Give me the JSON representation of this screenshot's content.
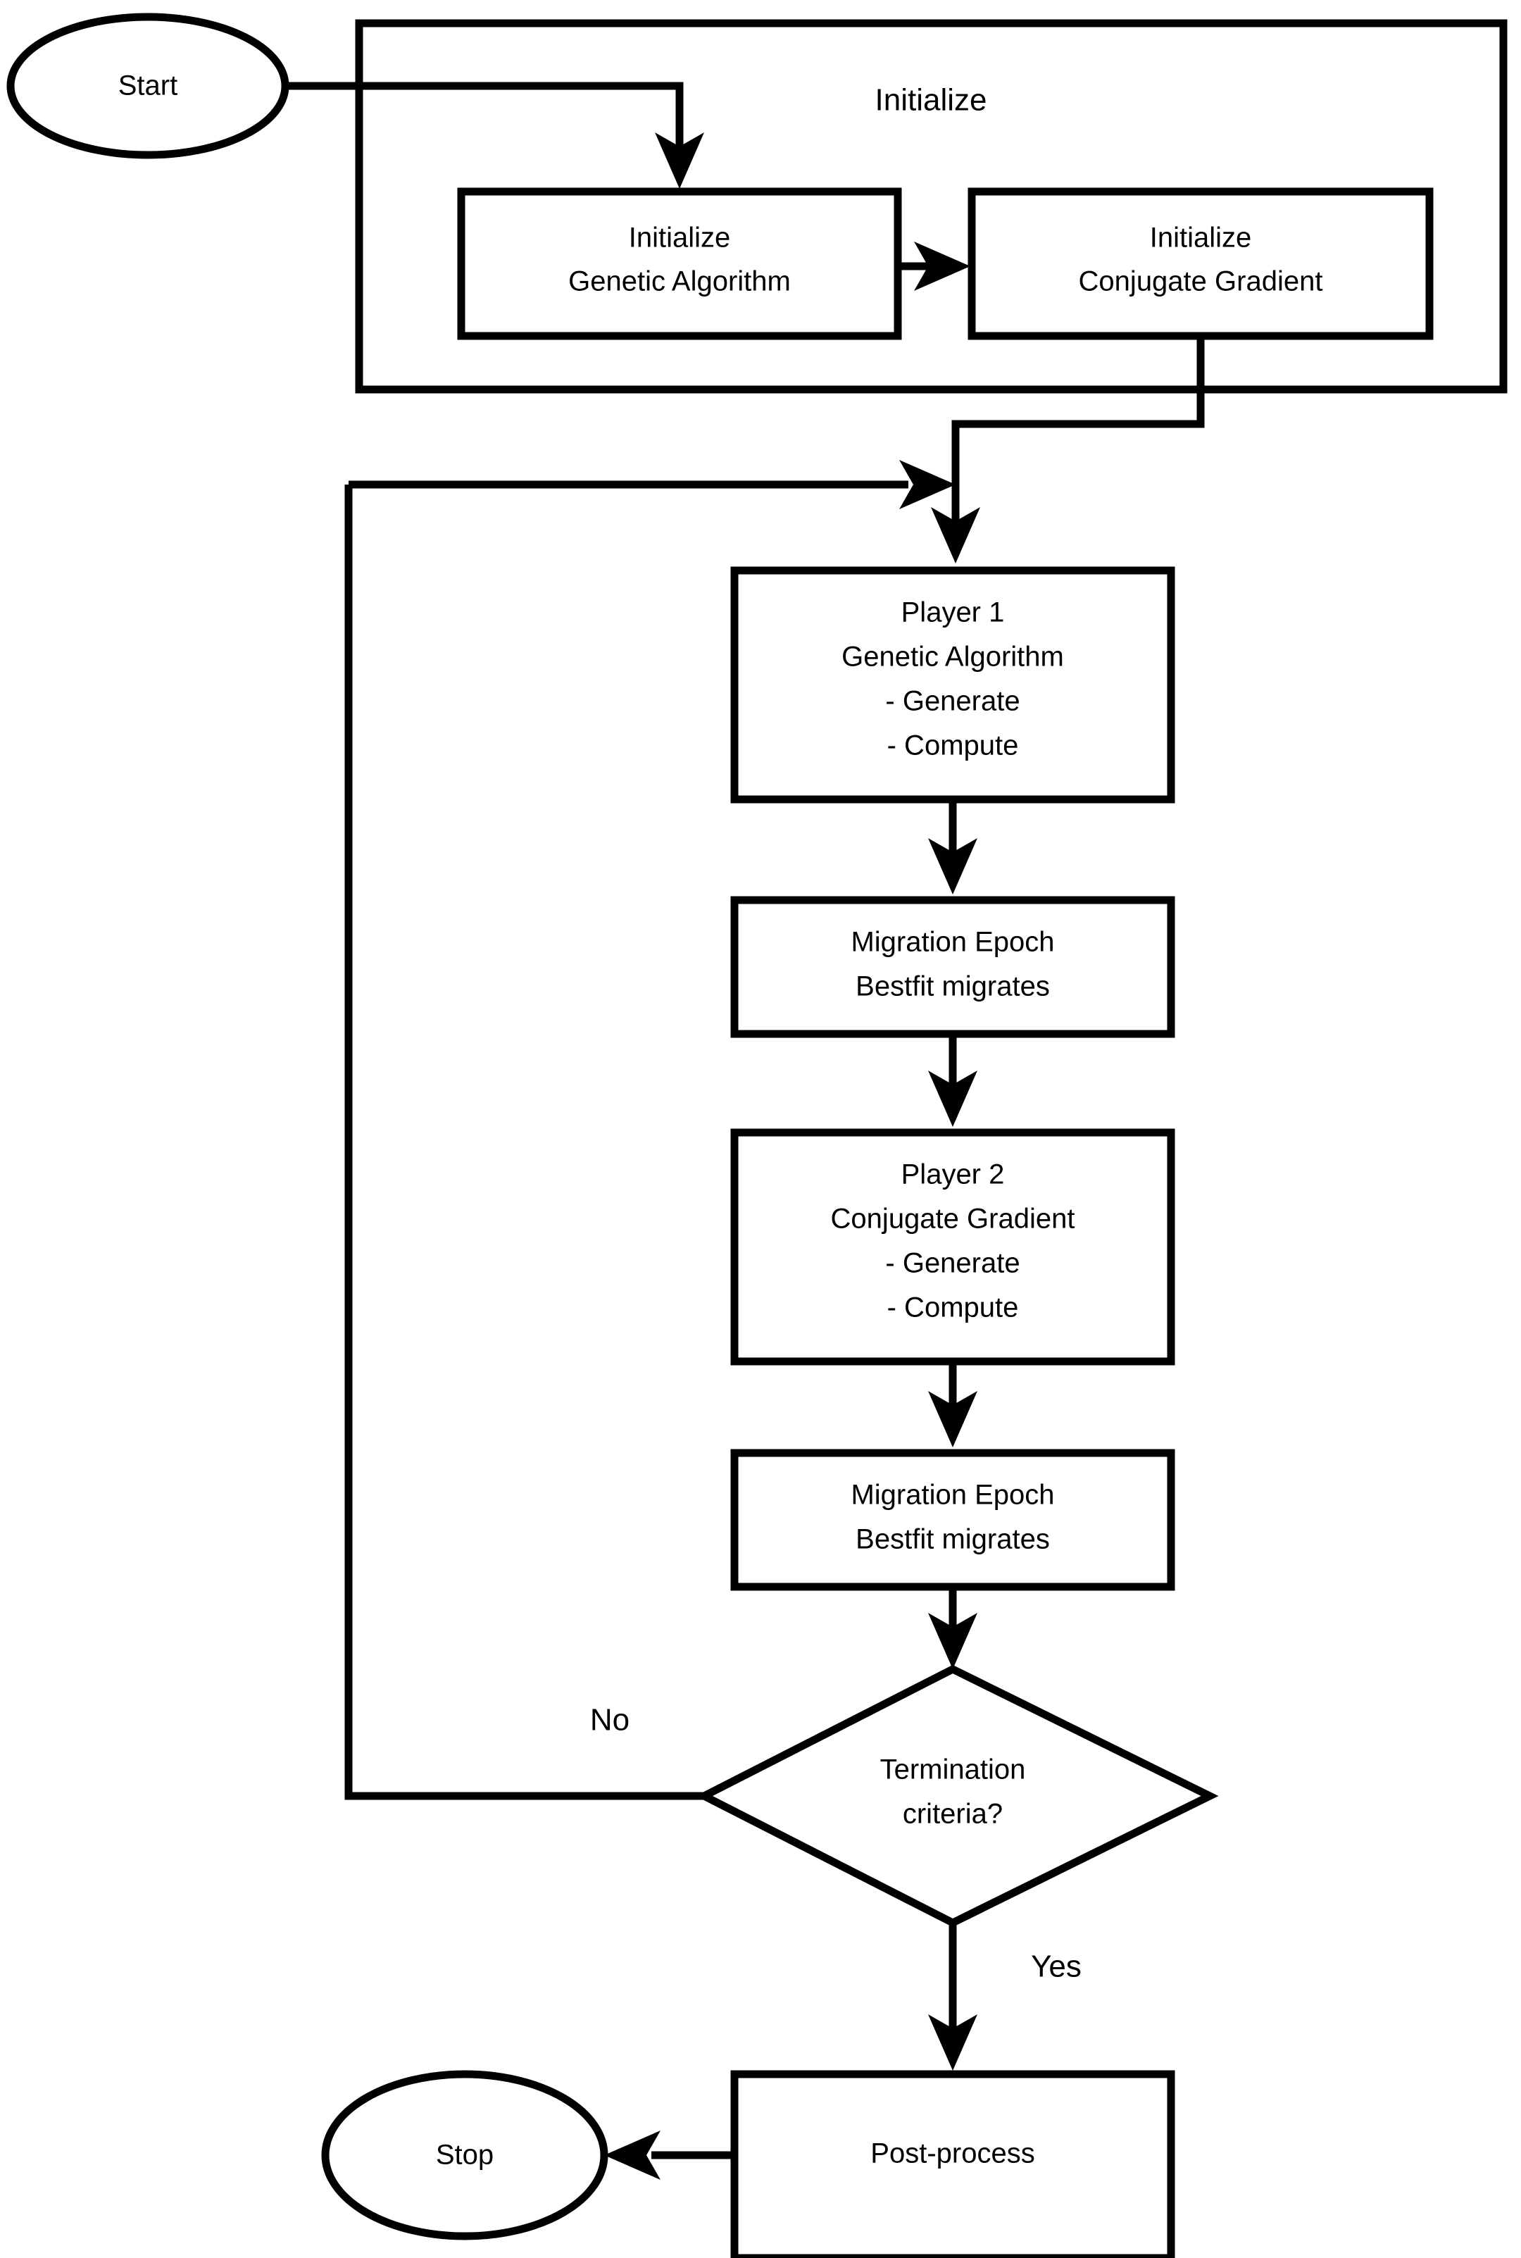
{
  "diagram": {
    "title_group": "Initialize",
    "colors": {
      "stroke": "#000000",
      "fill": "#ffffff",
      "text": "#000000"
    },
    "terminals": {
      "start": "Start",
      "stop": "Stop"
    },
    "init_group": {
      "label": "Initialize",
      "boxes": [
        {
          "line1": "Initialize",
          "line2": "Genetic Algorithm"
        },
        {
          "line1": "Initialize",
          "line2": "Conjugate Gradient"
        }
      ]
    },
    "loop_nodes": {
      "player1": {
        "line1": "Player 1",
        "line2": "Genetic Algorithm",
        "line3": "- Generate",
        "line4": "- Compute"
      },
      "migration1": {
        "line1": "Migration Epoch",
        "line2": "Bestfit migrates"
      },
      "player2": {
        "line1": "Player 2",
        "line2": "Conjugate Gradient",
        "line3": "- Generate",
        "line4": "- Compute"
      },
      "migration2": {
        "line1": "Migration Epoch",
        "line2": "Bestfit migrates"
      },
      "decision": {
        "line1": "Termination",
        "line2": "criteria?"
      },
      "postprocess": {
        "line1": "Post-process"
      }
    },
    "edge_labels": {
      "no": "No",
      "yes": "Yes"
    }
  }
}
